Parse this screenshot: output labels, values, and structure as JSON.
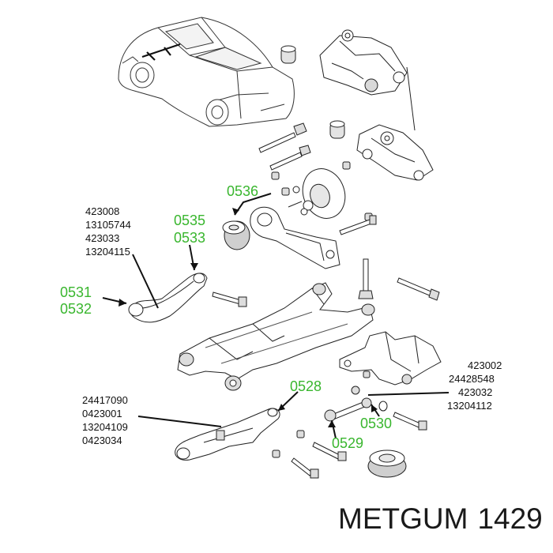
{
  "refs": {
    "left_upper": [
      "423008",
      "13105744",
      "423033",
      "13204115"
    ],
    "left_lower": [
      "24417090",
      "0423001",
      "13204109",
      "0423034"
    ],
    "right_mid": [
      "423002",
      "24428548",
      "423032",
      "13204112"
    ]
  },
  "callouts": {
    "c0536": "0536",
    "c0535": "0535",
    "c0533": "0533",
    "c0531": "0531",
    "c0532": "0532",
    "c0528": "0528",
    "c0530": "0530",
    "c0529": "0529"
  },
  "brand": {
    "name": "METGUM",
    "number": "1429"
  },
  "colors": {
    "callout": "#39b62e",
    "line": "#111111",
    "part_fill": "#ffffff",
    "shade": "#bcbcbc"
  }
}
